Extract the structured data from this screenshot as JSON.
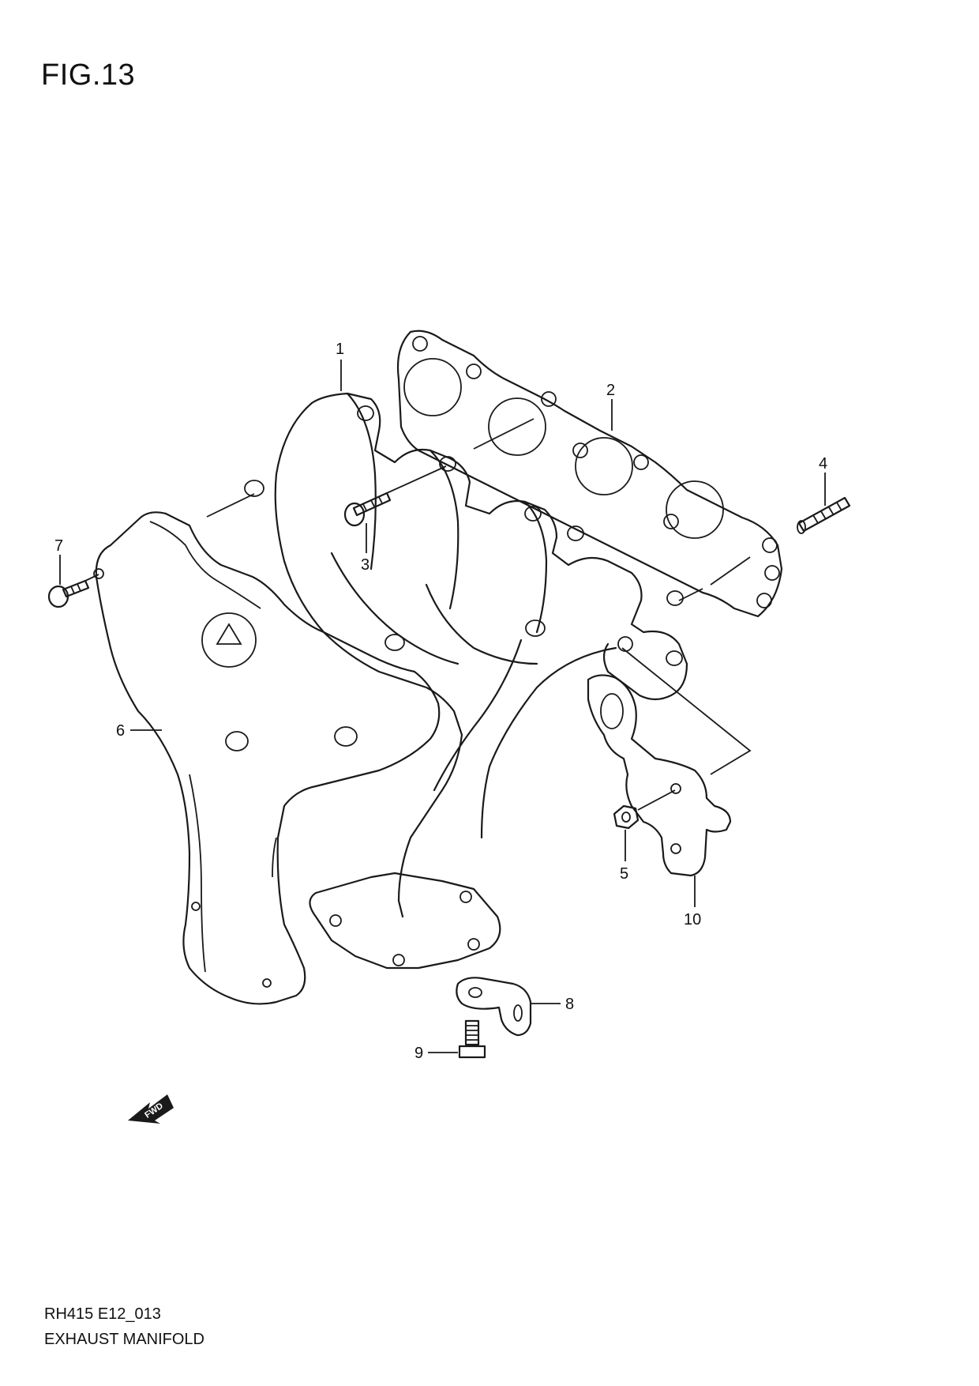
{
  "figure": {
    "title": "FIG.13",
    "code": "RH415 E12_013",
    "name": "EXHAUST MANIFOLD",
    "fwd_label": "FWD"
  },
  "callouts": [
    {
      "id": "1",
      "label": "1"
    },
    {
      "id": "2",
      "label": "2"
    },
    {
      "id": "3",
      "label": "3"
    },
    {
      "id": "4",
      "label": "4"
    },
    {
      "id": "5",
      "label": "5"
    },
    {
      "id": "6",
      "label": "6"
    },
    {
      "id": "7",
      "label": "7"
    },
    {
      "id": "8",
      "label": "8"
    },
    {
      "id": "9",
      "label": "9"
    },
    {
      "id": "10",
      "label": "10"
    }
  ]
}
